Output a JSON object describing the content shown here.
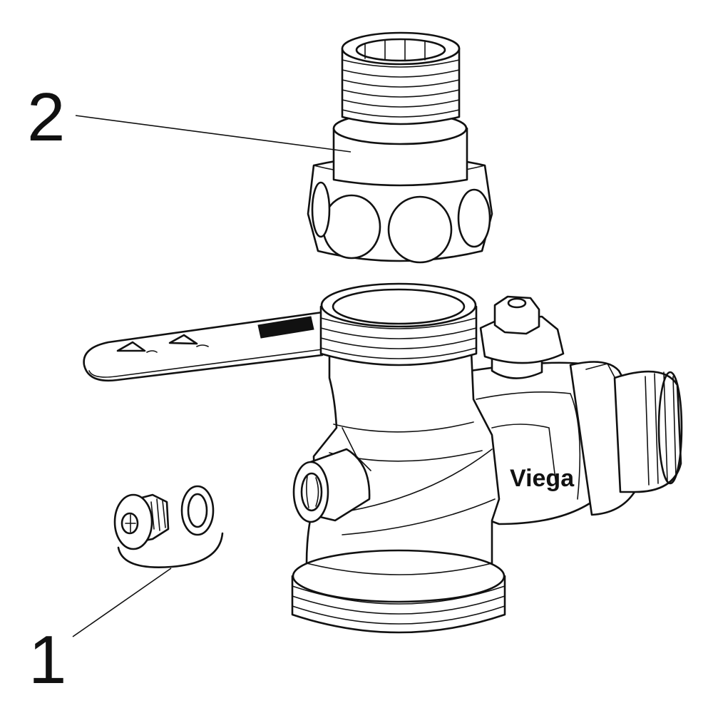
{
  "callouts": [
    {
      "number": "1",
      "part": "plug-screw-with-seal"
    },
    {
      "number": "2",
      "part": "threaded-union-adapter"
    }
  ],
  "branding": {
    "logo_text": "Viega"
  },
  "colors": {
    "line": "#111111",
    "background": "#ffffff"
  }
}
